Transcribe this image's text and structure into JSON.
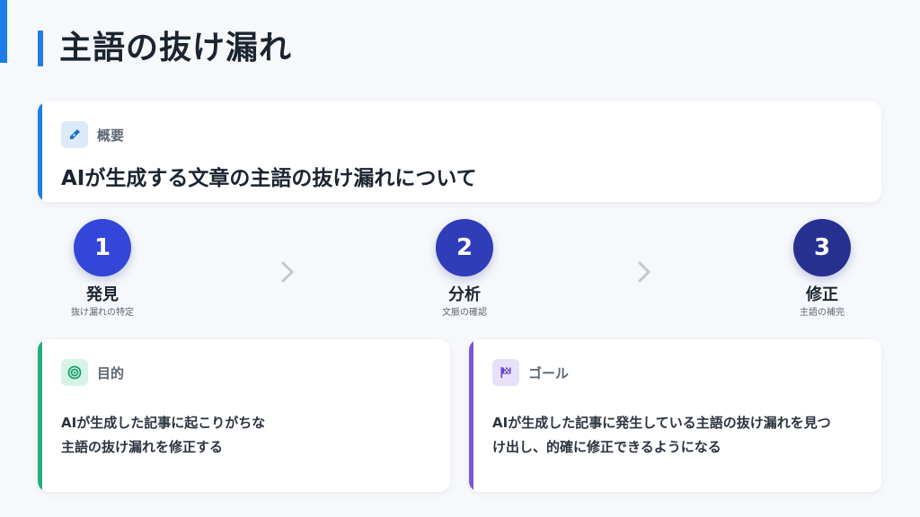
{
  "page": {
    "title": "主語の抜け漏れ"
  },
  "overview": {
    "label": "概要",
    "text": "AIが生成する文章の主語の抜け漏れについて",
    "icon": "pen-icon"
  },
  "steps": [
    {
      "number": "1",
      "title": "発見",
      "subtitle": "抜け漏れの特定",
      "color": "#3446d8"
    },
    {
      "number": "2",
      "title": "分析",
      "subtitle": "文脈の確認",
      "color": "#2f3db8"
    },
    {
      "number": "3",
      "title": "修正",
      "subtitle": "主語の補完",
      "color": "#26318f"
    }
  ],
  "purpose": {
    "label": "目的",
    "icon": "target-icon",
    "lines": [
      "AIが生成した記事に起こりがちな",
      "主語の抜け漏れを修正する"
    ]
  },
  "goal": {
    "label": "ゴール",
    "icon": "flag-icon",
    "lines": [
      "AIが生成した記事に発生している主語の抜け漏れを見つ",
      "け出し、的確に修正できるようになる"
    ]
  },
  "colors": {
    "accent_blue": "#1e7ee6",
    "accent_green": "#1fb07b",
    "accent_purple": "#7b56d6"
  }
}
